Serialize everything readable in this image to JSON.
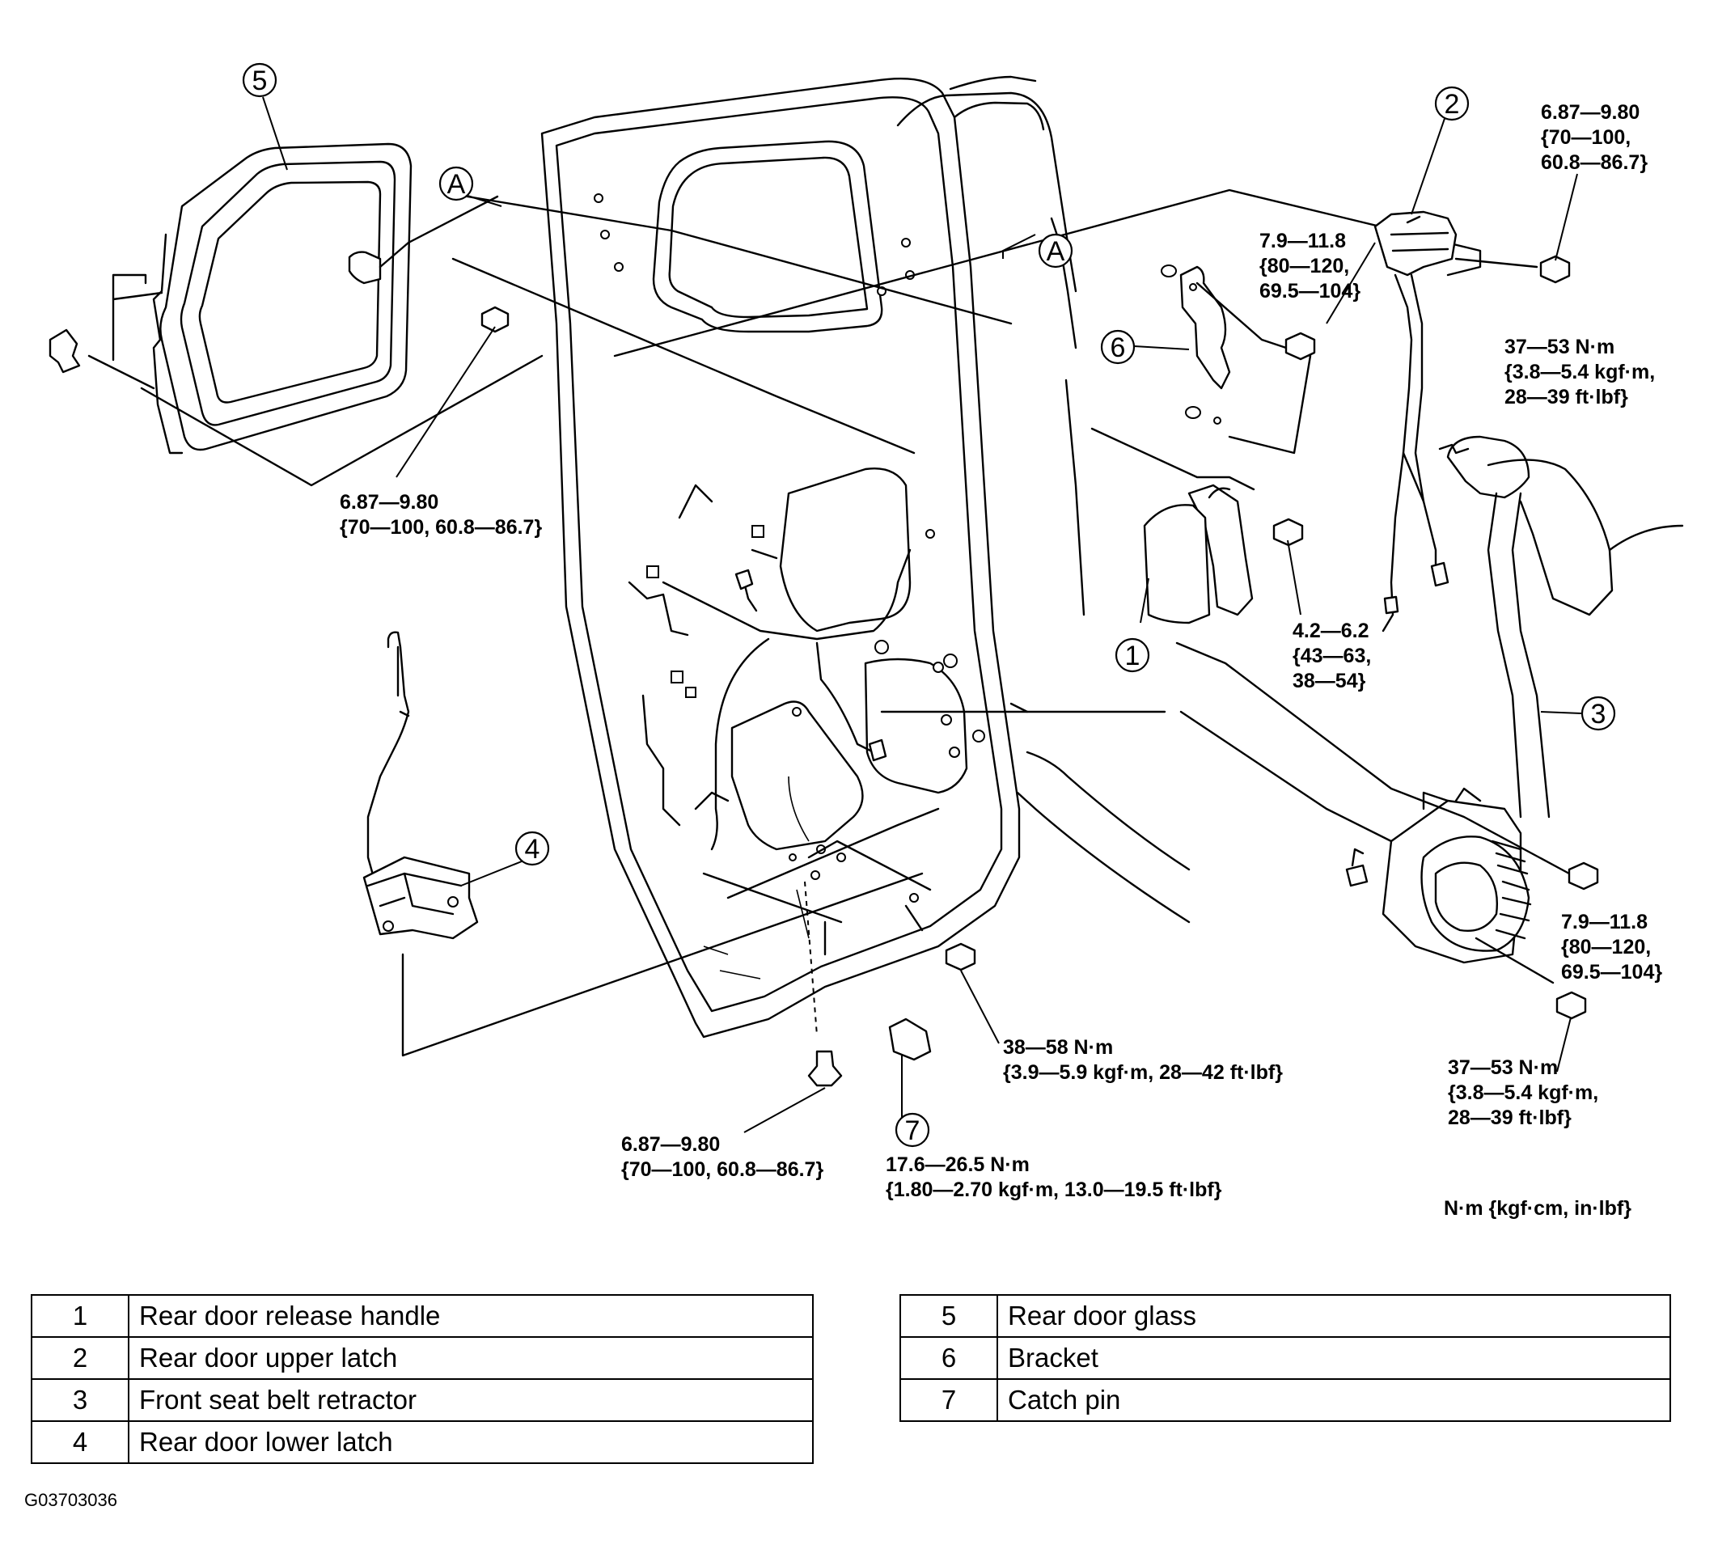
{
  "callouts": {
    "c1": "1",
    "c2": "2",
    "c3": "3",
    "c4": "4",
    "c5": "5",
    "c6": "6",
    "c7": "7",
    "a_left": "A",
    "a_right": "A"
  },
  "torque_specs": {
    "glass_bolt": "6.87—9.80\n{70—100, 60.8—86.7}",
    "upper_latch_bolt_top": "6.87—9.80\n{70—100,\n60.8—86.7}",
    "upper_latch_bolt": "7.9—11.8\n{80—120,\n69.5—104}",
    "retractor_upper_anchor": "37—53 N·m\n{3.8—5.4 kgf·m,\n28—39 ft·lbf}",
    "release_handle_bolt": "4.2—6.2\n{43—63,\n38—54}",
    "retractor_bolt": "7.9—11.8\n{80—120,\n69.5—104}",
    "retractor_lower_anchor": "37—53 N·m\n{3.8—5.4 kgf·m,\n28—39 ft·lbf}",
    "lower_latch_bolt": "38—58 N·m\n{3.9—5.9 kgf·m, 28—42 ft·lbf}",
    "lower_bolt": "6.87—9.80\n{70—100, 60.8—86.7}",
    "catch_pin": "17.6—26.5 N·m\n{1.80—2.70 kgf·m, 13.0—19.5 ft·lbf}"
  },
  "unit_note": "N·m {kgf·cm, in·lbf}",
  "legend_left": [
    {
      "num": "1",
      "name": "Rear door release handle"
    },
    {
      "num": "2",
      "name": "Rear door upper latch"
    },
    {
      "num": "3",
      "name": "Front seat belt retractor"
    },
    {
      "num": "4",
      "name": "Rear door lower latch"
    }
  ],
  "legend_right": [
    {
      "num": "5",
      "name": "Rear door glass"
    },
    {
      "num": "6",
      "name": "Bracket"
    },
    {
      "num": "7",
      "name": "Catch pin"
    }
  ],
  "figure_id": "G03703036"
}
